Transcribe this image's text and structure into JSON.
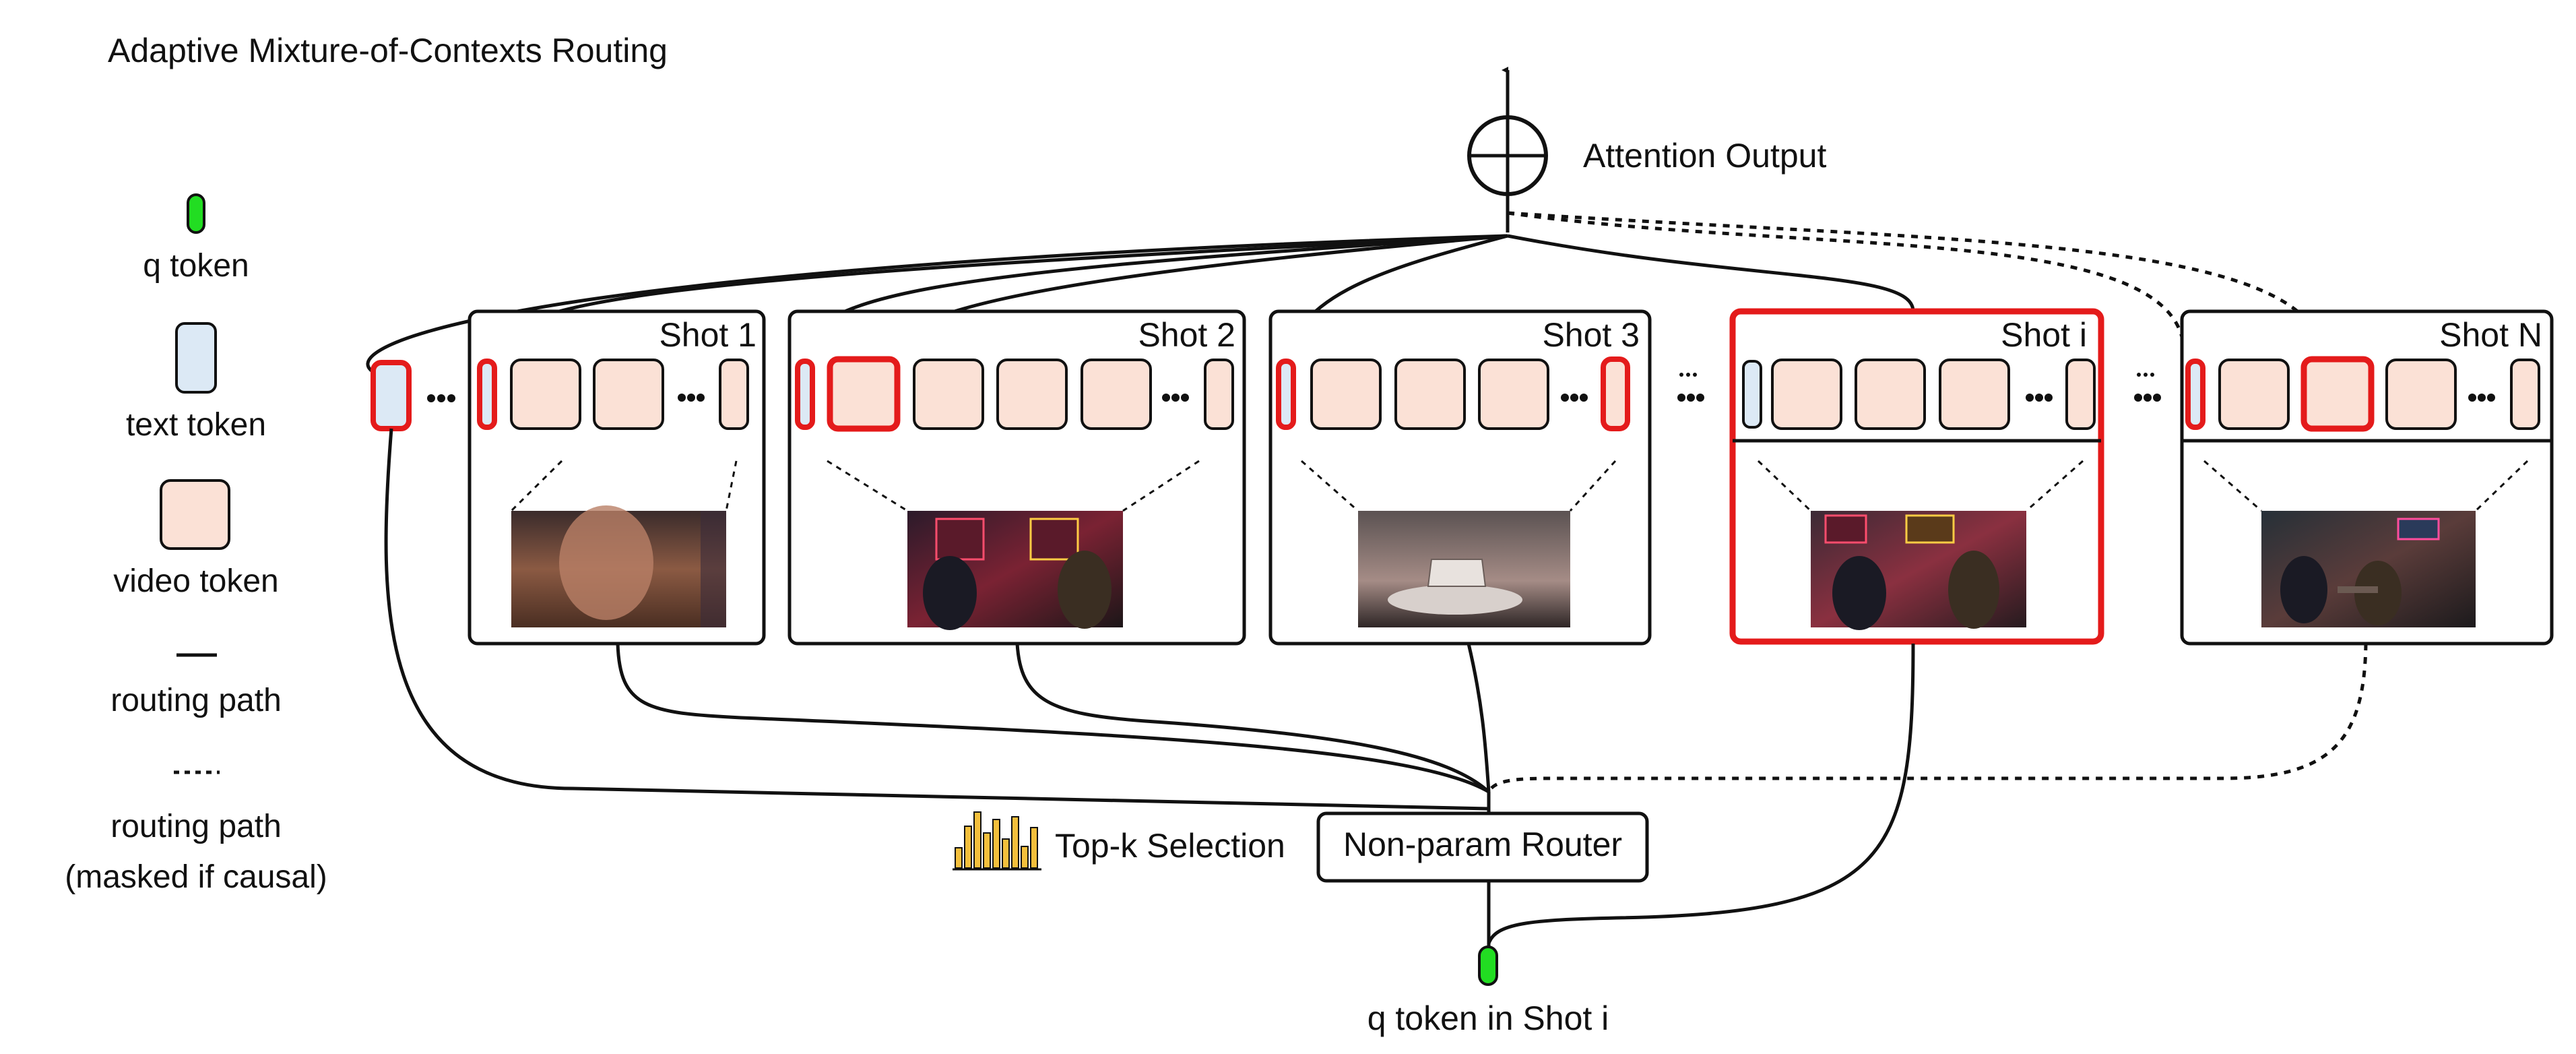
{
  "title": "Adaptive Mixture-of-Contexts Routing",
  "legend": {
    "q_token": "q token",
    "text_token": "text token",
    "video_token": "video token",
    "routing_path": "routing path",
    "routing_path_masked_line1": "routing path",
    "routing_path_masked_line2": "(masked if causal)"
  },
  "attention_output": "Attention Output",
  "shots": [
    {
      "label": "Shot 1"
    },
    {
      "label": "Shot 2"
    },
    {
      "label": "Shot 3"
    },
    {
      "label": "Shot i"
    },
    {
      "label": "Shot N"
    }
  ],
  "topk_label": "Top-k Selection",
  "router_label": "Non-param Router",
  "q_token_caption": "q token in Shot i",
  "colors": {
    "q_token": "#22dd22",
    "text_token": "#dce9f5",
    "video_token": "#fbe1d6",
    "highlight": "#e41b1b",
    "bar_chart": "#f3bf3c"
  }
}
